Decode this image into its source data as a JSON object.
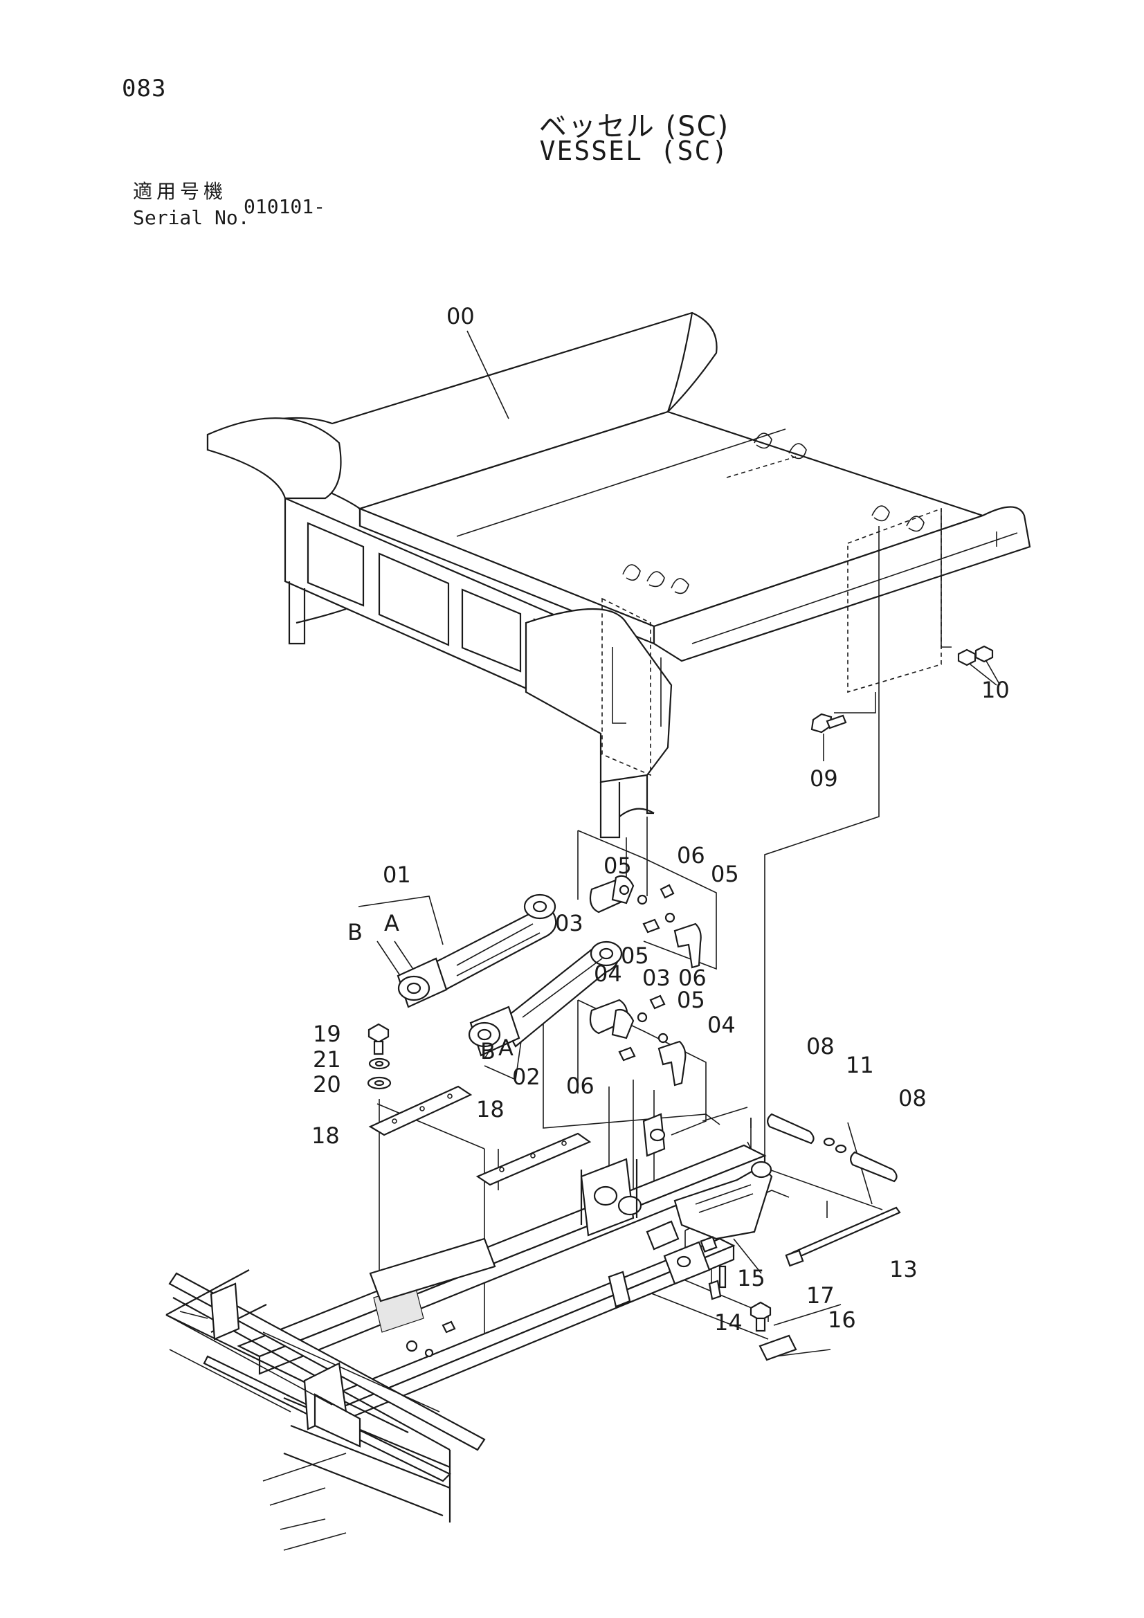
{
  "header": {
    "page_number": "083",
    "title_jp": "ベッセル (SC)",
    "title_en": "VESSEL (SC)"
  },
  "serial": {
    "label_jp": "適用号機",
    "label_en": "Serial No.",
    "value": "010101-"
  },
  "callouts": {
    "c00": "00",
    "c01": "01",
    "c02": "02",
    "c03a": "03",
    "c03b": "03",
    "c04a": "04",
    "c04b": "04",
    "c05a": "05",
    "c05b": "05",
    "c05c": "05",
    "c05d": "05",
    "c06a": "06",
    "c06b": "06",
    "c06c": "06",
    "c08a": "08",
    "c08b": "08",
    "c09": "09",
    "c10": "10",
    "c11": "11",
    "c13": "13",
    "c14": "14",
    "c15": "15",
    "c16": "16",
    "c17": "17",
    "c18a": "18",
    "c18b": "18",
    "c19": "19",
    "c20": "20",
    "c21": "21",
    "a1": "A",
    "b1": "B",
    "a2": "A",
    "b2": "B"
  }
}
